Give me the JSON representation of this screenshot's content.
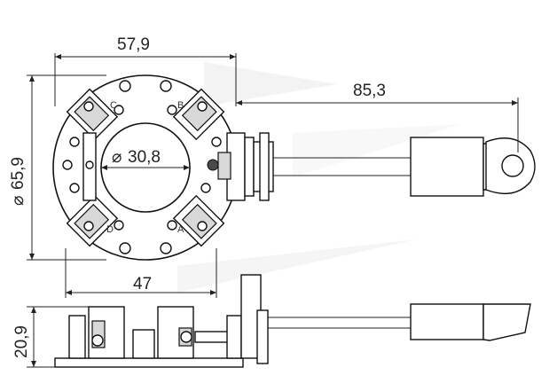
{
  "dimensions": {
    "top_width": "57,9",
    "cable_length": "85,3",
    "outer_diameter": "65,9",
    "inner_diameter": "30,8",
    "bottom_width": "47",
    "height": "20,9"
  },
  "slot_labels": {
    "a": "A",
    "b": "B",
    "c": "C",
    "d": "D"
  },
  "colors": {
    "line": "#222222",
    "shade": "#d8d8d8",
    "dark": "#4a4a4a"
  }
}
